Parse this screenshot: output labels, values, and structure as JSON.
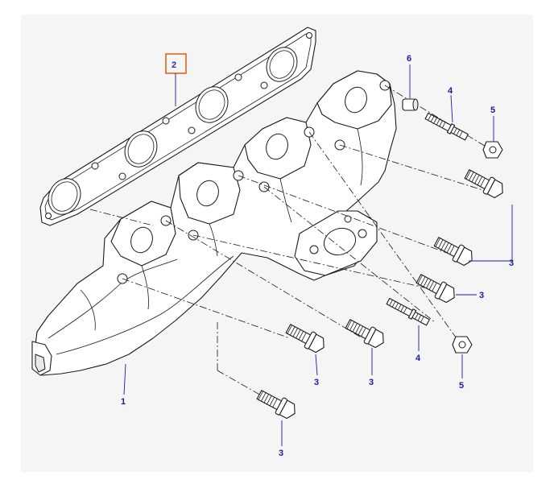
{
  "diagram": {
    "callouts": [
      {
        "id": "c-2",
        "label": "2",
        "selected": true
      },
      {
        "id": "c-6",
        "label": "6",
        "selected": false
      },
      {
        "id": "c-4a",
        "label": "4",
        "selected": false
      },
      {
        "id": "c-5a",
        "label": "5",
        "selected": false
      },
      {
        "id": "c-3a",
        "label": "3",
        "selected": false
      },
      {
        "id": "c-3b",
        "label": "3",
        "selected": false
      },
      {
        "id": "c-4b",
        "label": "4",
        "selected": false
      },
      {
        "id": "c-5b",
        "label": "5",
        "selected": false
      },
      {
        "id": "c-3c",
        "label": "3",
        "selected": false
      },
      {
        "id": "c-3d",
        "label": "3",
        "selected": false
      },
      {
        "id": "c-3e",
        "label": "3",
        "selected": false
      },
      {
        "id": "c-1",
        "label": "1",
        "selected": false
      }
    ],
    "colors": {
      "callout": "#1a1aa8",
      "selection": "#e0661a",
      "panel": "#f5f5f5",
      "line": "#1a1a1a"
    }
  }
}
